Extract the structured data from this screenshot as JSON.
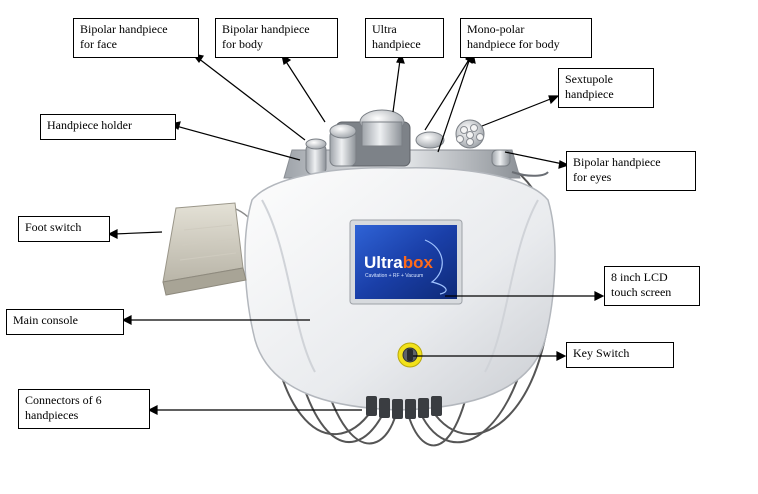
{
  "labels": {
    "bipolar_face": "Bipolar handpiece\nfor face",
    "bipolar_body": "Bipolar handpiece\nfor body",
    "ultra": "Ultra\nhandpiece",
    "monopolar_body": "Mono-polar\nhandpiece for body",
    "sextupole": "Sextupole\nhandpiece",
    "holder": "Handpiece holder",
    "bipolar_eyes": "Bipolar handpiece\nfor eyes",
    "foot_switch": "Foot switch",
    "lcd": "8 inch LCD\ntouch screen",
    "main_console": "Main console",
    "key_switch": "Key Switch",
    "connectors": "Connectors of 6\nhandpieces"
  },
  "screen": {
    "brand_main": "Ultra",
    "brand_accent": "box",
    "tagline": "Cavitation + RF + Vacuum"
  },
  "colors": {
    "screen": "#1a3fa8",
    "key_ring": "#f2e21a",
    "brand_accent": "#ff6a1a",
    "cable": "#555555"
  }
}
